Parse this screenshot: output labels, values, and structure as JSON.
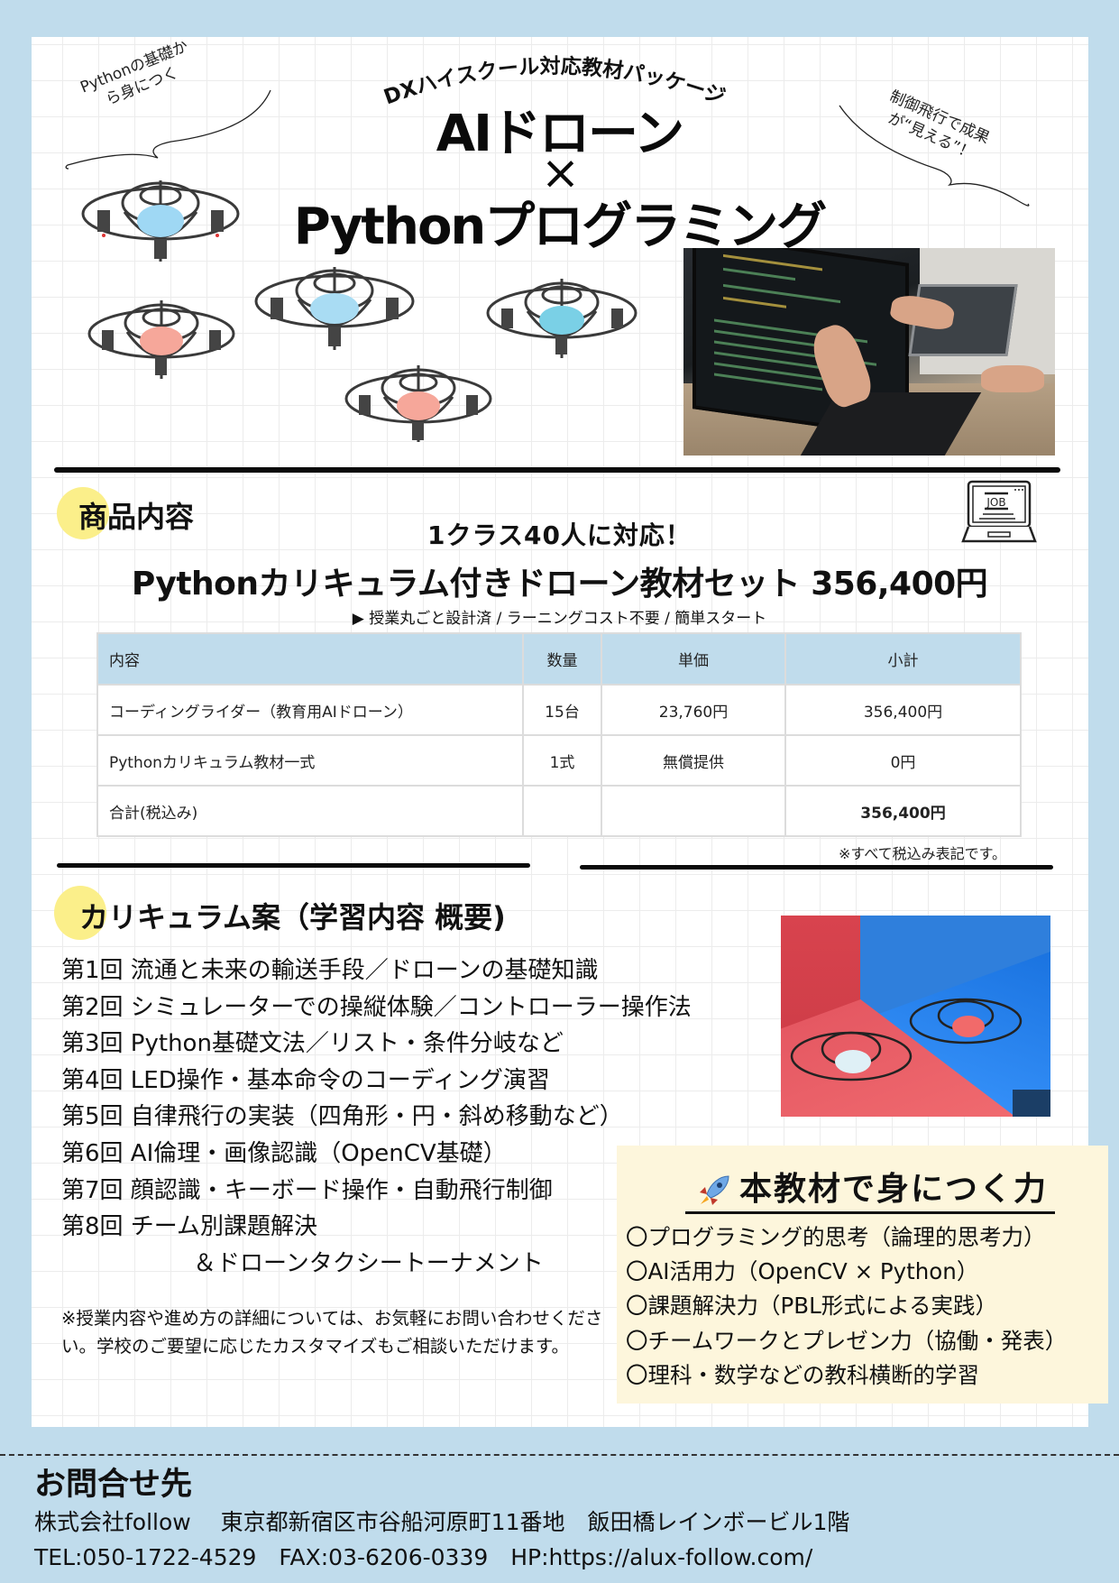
{
  "header": {
    "arc_label": "DXハイスクール対応教材パッケージ",
    "title_line1": "AIドローン",
    "title_line2": "×",
    "title_line3": "Pythonプログラミング",
    "bubble_left": [
      "Pythonの基礎か",
      "ら身につく"
    ],
    "bubble_right": [
      "制御飛行で成果",
      "が“見える”！"
    ]
  },
  "product": {
    "section_title": "商品内容",
    "capacity": "1クラス40人に対応！",
    "headline": "Pythonカリキュラム付きドローン教材セット 356,400円",
    "subline": "▶ 授業丸ごと設計済 / ラーニングコスト不要 / 簡単スタート",
    "icon_label": "JOB",
    "table": {
      "columns": [
        "内容",
        "数量",
        "単価",
        "小計"
      ],
      "rows": [
        [
          "コーディングライダー（教育用AIドローン）",
          "15台",
          "23,760円",
          "356,400円"
        ],
        [
          "Pythonカリキュラム教材一式",
          "1式",
          "無償提供",
          "0円"
        ],
        [
          "合計(税込み)",
          "",
          "",
          "356,400円"
        ]
      ]
    },
    "tax_note": "※すべて税込み表記です。"
  },
  "curriculum": {
    "section_title": "カリキュラム案（学習内容 概要)",
    "lessons": [
      "第1回 流通と未来の輸送手段／ドローンの基礎知識",
      "第2回 シミュレーターでの操縦体験／コントローラー操作法",
      "第3回 Python基礎文法／リスト・条件分岐など",
      "第4回 LED操作・基本命令のコーディング演習",
      "第5回 自律飛行の実装（四角形・円・斜め移動など）",
      "第6回 AI倫理・画像認識（OpenCV基礎）",
      "第7回 顔認識・キーボード操作・自動飛行制御",
      "第8回 チーム別課題解決",
      "＆ドローンタクシートーナメント"
    ],
    "note": "※授業内容や進め方の詳細については、お気軽にお問い合わせください。学校のご要望に応じたカスタマイズもご相談いただけます。"
  },
  "skills": {
    "title": "本教材で身につく力",
    "icon": "rocket-icon",
    "items": [
      "〇プログラミング的思考（論理的思考力）",
      "〇AI活用力（OpenCV × Python）",
      "〇課題解決力（PBL形式による実践）",
      "〇チームワークとプレゼン力（協働・発表）",
      "〇理科・数学などの教科横断的学習"
    ]
  },
  "contact": {
    "title": "お問合せ先",
    "line1": "株式会社follow　 東京都新宿区市谷船河原町11番地　飯田橋レインボービル1階",
    "line2": "TEL:050-1722-4529　FAX:03-6206-0339　HP:https://alux-follow.com/"
  },
  "colors": {
    "background": "#c0dcec",
    "table_header": "#c0dcec",
    "highlight_dot": "#fbef8a",
    "skills_box": "#fdf6dc"
  }
}
